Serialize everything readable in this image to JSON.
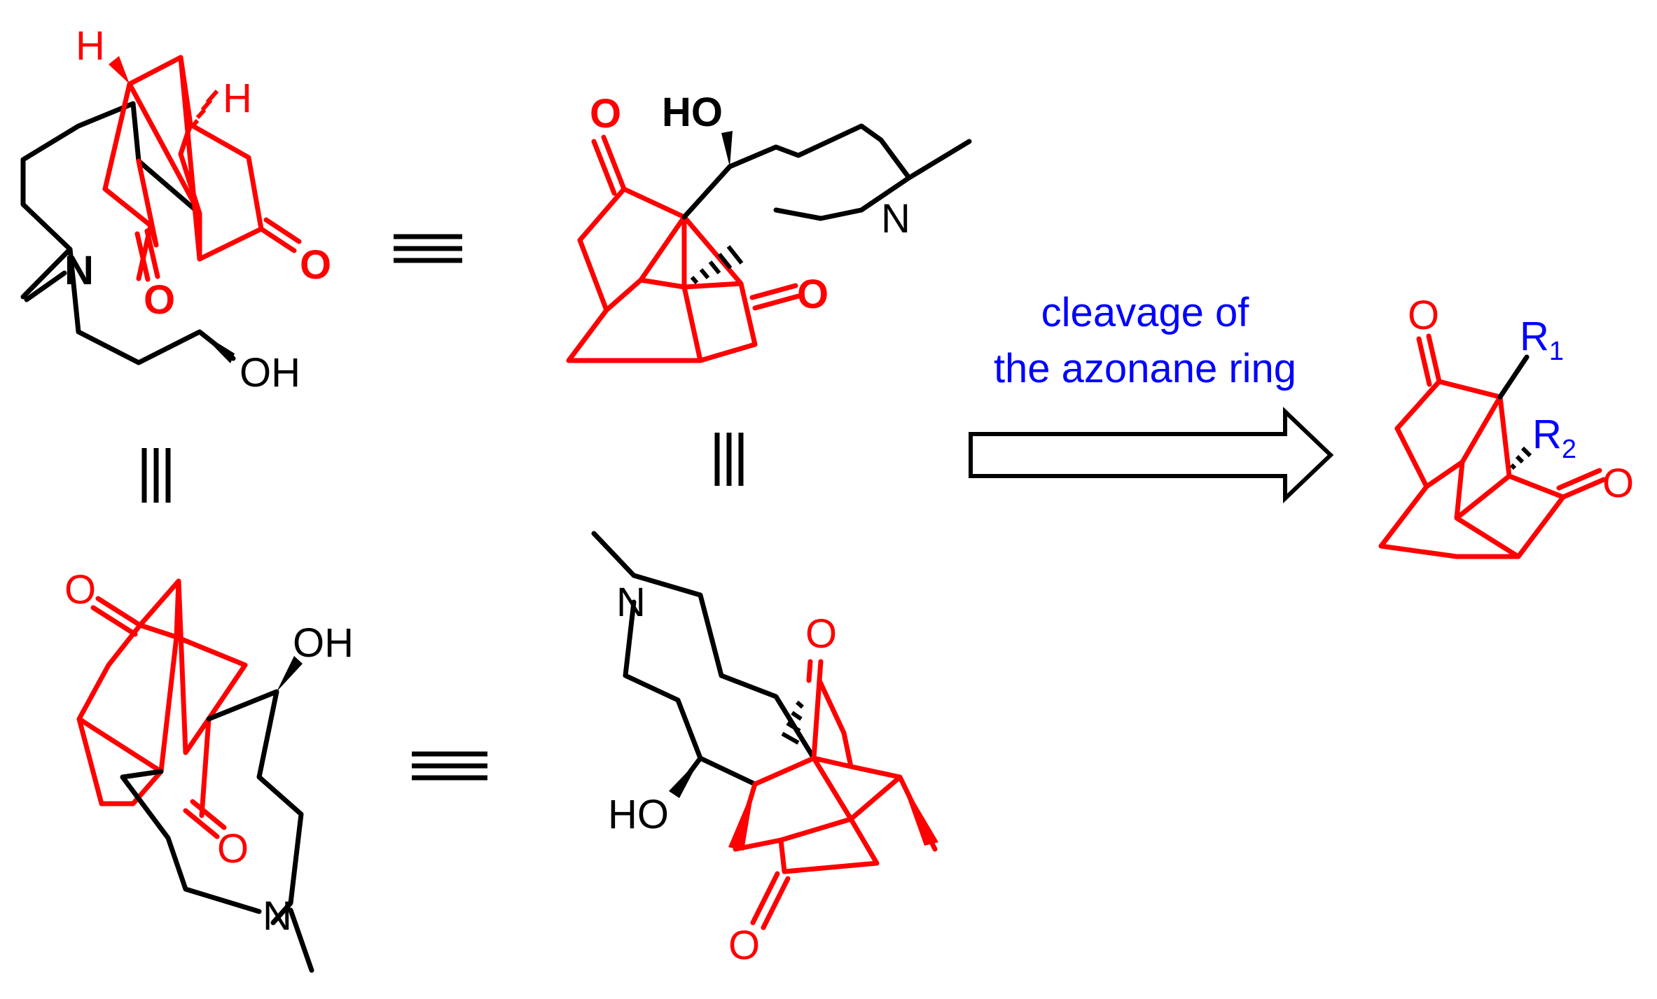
{
  "colors": {
    "core_scaffold": "#ff0000",
    "side_chain": "#000000",
    "caption": "#0000ff"
  },
  "atom_labels": {
    "hydrogen": "H",
    "oxygen": "O",
    "nitrogen": "N",
    "hydroxyl_right": "OH",
    "hydroxyl_left": "HO",
    "hydroxyl_bold": "HO"
  },
  "equivalence_symbol": "≡",
  "reaction_caption": {
    "line1": "cleavage of",
    "line2": "the azonane ring"
  },
  "product": {
    "r1_letter": "R",
    "r1_index": "1",
    "r2_letter": "R",
    "r2_index": "2"
  }
}
